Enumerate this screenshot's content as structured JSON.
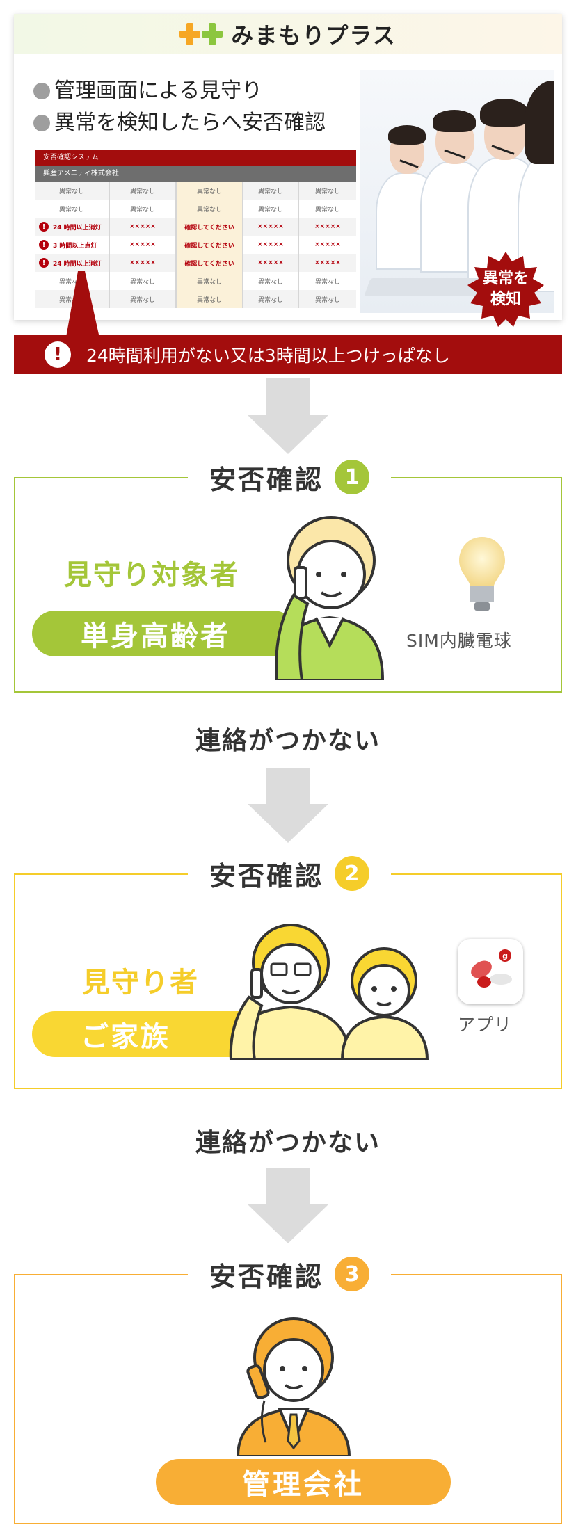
{
  "header": {
    "brand_name": "みまもりプラス",
    "features": [
      "管理画面による見守り",
      "異常を検知したらへ安否確認"
    ],
    "badge": "異常を\n検知",
    "badge_line1": "異常を",
    "badge_line2": "検知",
    "alert_text": "24時間利用がない又は3時間以上つけっぱなし"
  },
  "system_table": {
    "title": "安否確認システム",
    "company": "興産アメニティ株式会社",
    "rows": [
      [
        "異常なし",
        "異常なし",
        "異常なし",
        "異常なし",
        "異常なし"
      ],
      [
        "異常なし",
        "異常なし",
        "異常なし",
        "異常なし",
        "異常なし"
      ],
      [
        "24 時間以上消灯",
        "×××××",
        "確認してください",
        "×××××",
        "×××××"
      ],
      [
        "3 時間以上点灯",
        "×××××",
        "確認してください",
        "×××××",
        "×××××"
      ],
      [
        "24 時間以上消灯",
        "×××××",
        "確認してください",
        "×××××",
        "×××××"
      ],
      [
        "異常なし",
        "異常なし",
        "異常なし",
        "異常なし",
        "異常なし"
      ],
      [
        "異常なし",
        "異常なし",
        "異常なし",
        "異常なし",
        "異常なし"
      ]
    ]
  },
  "colors": {
    "alert_red": "#a30d0d",
    "step1": "#a4c639",
    "step2": "#f5cd2a",
    "step3": "#f8ae35",
    "arrow": "#dcdcdc"
  },
  "steps": [
    {
      "title": "安否確認",
      "number": "1",
      "role_caption": "見守り対象者",
      "role_label": "単身高齢者",
      "device_label": "SIM内臓電球"
    },
    {
      "title": "安否確認",
      "number": "2",
      "role_caption": "見守り者",
      "role_label": "ご家族",
      "device_label": "アプリ"
    },
    {
      "title": "安否確認",
      "number": "3",
      "role_label": "管理会社"
    }
  ],
  "no_contact_text": "連絡がつかない",
  "icons": [
    "exclamation-icon",
    "light-bulb-icon",
    "app-icon",
    "down-arrow-icon",
    "logo-plus-icon"
  ]
}
